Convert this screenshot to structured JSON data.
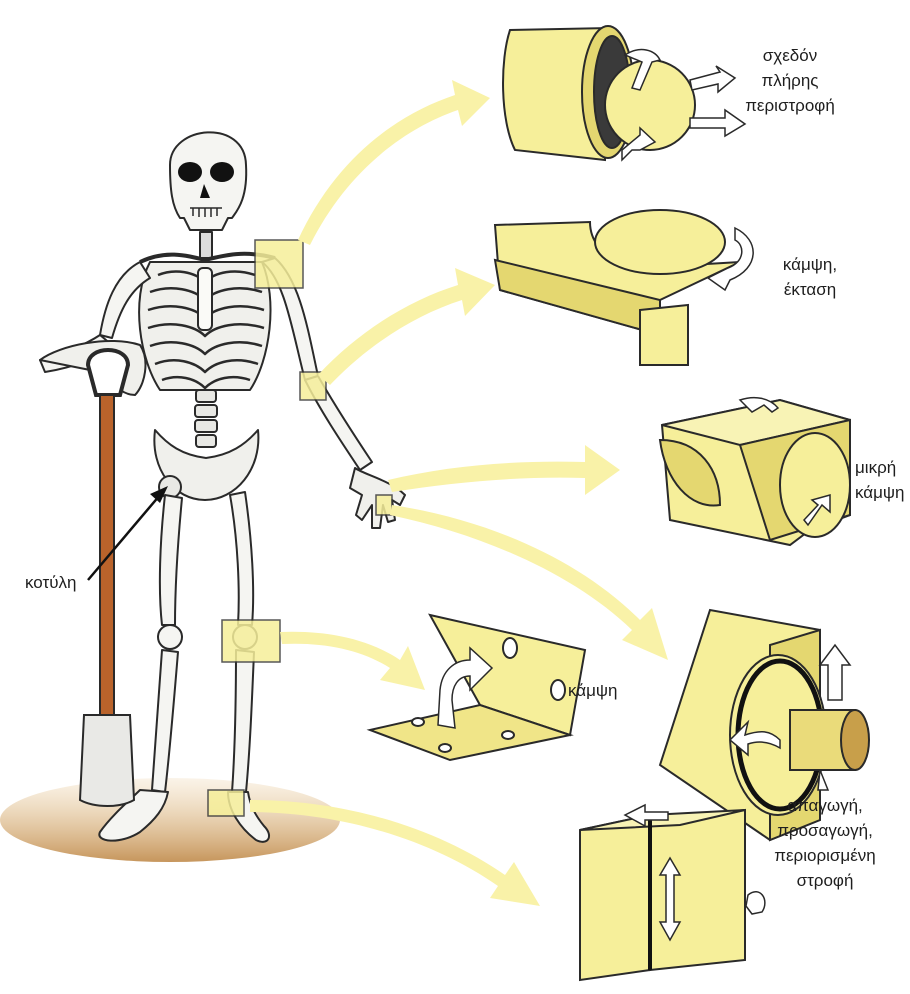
{
  "colors": {
    "joint_fill": "#f6ef9a",
    "joint_shade": "#e4d770",
    "arrow_fill": "#f9f2a8",
    "outline": "#222222",
    "bone": "#f4f4f0",
    "shovel_handle": "#b9632b",
    "ground": "#c99a5a"
  },
  "labels": {
    "acetabulum": "κοτύλη",
    "shoulder_motion": [
      "σχεδόν",
      "πλήρης",
      "περιστροφή"
    ],
    "elbow_motion": [
      "κάμψη,",
      "έκταση"
    ],
    "wrist_motion": [
      "μικρή",
      "κάμψη"
    ],
    "knee_motion": "κάμψη",
    "ankle_motion": [
      "απαγωγή,",
      "προσαγωγή,",
      "περιορισμένη",
      "στροφή"
    ]
  }
}
